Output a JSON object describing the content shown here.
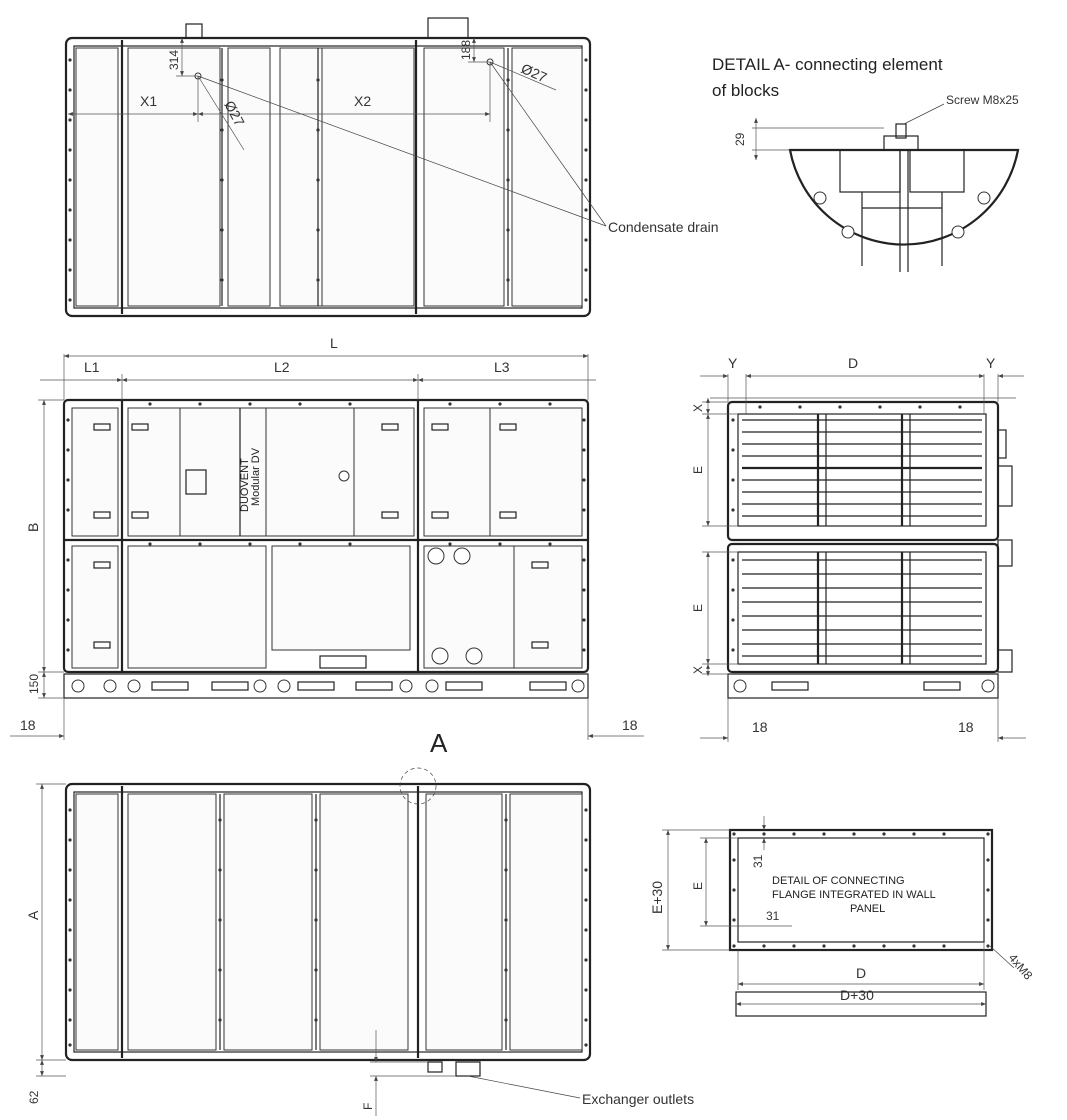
{
  "top_view": {
    "dim_314": "314",
    "dim_188": "188",
    "dim_x1": "X1",
    "dim_x2": "X2",
    "dia_left": "Ø27",
    "dia_right": "Ø27",
    "label_condensate": "Condensate drain"
  },
  "detail_a": {
    "title_line1": "DETAIL A- connecting element",
    "title_line2": "of blocks",
    "screw": "Screw M8x25",
    "dim_29": "29"
  },
  "front_view": {
    "dim_L": "L",
    "dim_L1": "L1",
    "dim_L2": "L2",
    "dim_L3": "L3",
    "dim_B": "B",
    "dim_150": "150",
    "dim_18_left": "18",
    "dim_18_right": "18",
    "brand": "DUOVENT",
    "brand_sub": "Modular DV",
    "view_label": "A"
  },
  "side_view": {
    "dim_Y_left": "Y",
    "dim_D": "D",
    "dim_Y_right": "Y",
    "dim_X_top": "X",
    "dim_E_top": "E",
    "dim_E_bottom": "E",
    "dim_X_bottom": "X",
    "dim_18_left": "18",
    "dim_18_right": "18"
  },
  "bottom_view": {
    "dim_A": "A",
    "dim_62": "62",
    "dim_F": "F",
    "label_exchanger": "Exchanger outlets"
  },
  "flange_detail": {
    "dim_E30": "E+30",
    "dim_E": "E",
    "dim_31_top": "31",
    "dim_31_side": "31",
    "note_line1": "DETAIL OF CONNECTING",
    "note_line2": "FLANGE INTEGRATED IN WALL",
    "note_line3": "PANEL",
    "dim_D": "D",
    "dim_D30": "D+30",
    "dim_4xM8": "4xM8"
  }
}
